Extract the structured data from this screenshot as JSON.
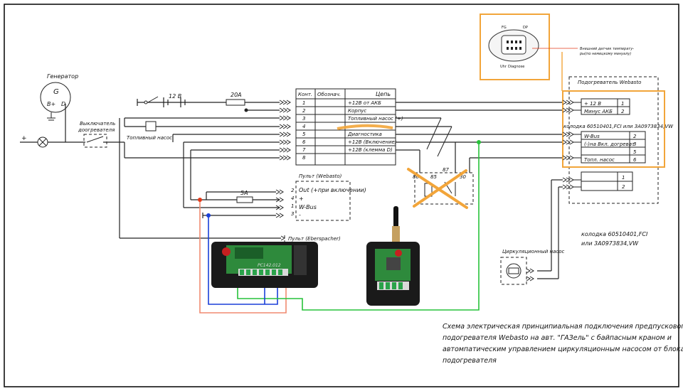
{
  "generator": {
    "title": "Генератор",
    "g": "G",
    "bplus": "B+",
    "d": "D"
  },
  "switch": {
    "title_line1": "Выключатель",
    "title_line2": "доогревателя"
  },
  "battery": {
    "label": "12 В"
  },
  "fuse1": {
    "label": "20A"
  },
  "fuse2": {
    "label": "5A"
  },
  "fuel_pump": {
    "label": "Топливный насос"
  },
  "plus_sign": "+",
  "connector_table": {
    "headers": {
      "num": "Конт.",
      "desig": "Обознач.",
      "circuit": "Цепь"
    },
    "rows": [
      {
        "num": "1",
        "circuit": "+12В от АКБ"
      },
      {
        "num": "2",
        "circuit": "Корпус"
      },
      {
        "num": "3",
        "circuit": "Топливный насос (+)"
      },
      {
        "num": "4",
        "circuit": ""
      },
      {
        "num": "5",
        "circuit": "Диагностика"
      },
      {
        "num": "6",
        "circuit": "+12В (Включение)"
      },
      {
        "num": "7",
        "circuit": "+12В (клемма D)"
      },
      {
        "num": "8",
        "circuit": ""
      }
    ]
  },
  "remote_webasto": {
    "title": "Пульт (Webasto)",
    "out": "Out (+при включении)",
    "plus": "+",
    "wbus": "W-Bus",
    "minus": "-",
    "pins": [
      "2",
      "4",
      "1",
      "3"
    ]
  },
  "remote_eberspacher": {
    "title": "Пульт (Eberspacher)"
  },
  "relay": {
    "pins": [
      "86",
      "85",
      "87",
      "30"
    ]
  },
  "inset": {
    "fg": "FG",
    "dp": "DP",
    "uhr": "Uhr",
    "diagnose": "Diagnose",
    "note_line1": "Внешний датчик температу-",
    "note_line2": "ры(по немецкому мануалу)"
  },
  "heater": {
    "title": "Подогреватель Webasto",
    "rows_a": [
      {
        "label": "+ 12 В",
        "num": "1"
      },
      {
        "label": "Минус АКБ",
        "num": "2"
      }
    ],
    "block_label": "колодка 60510401,FCI или 3A0973834,VW",
    "rows_b": [
      {
        "label": "W-Bus",
        "num": "2"
      },
      {
        "label": "(-)на Вкл. догреват",
        "num": "3"
      },
      {
        "label": "",
        "num": "5"
      },
      {
        "label": "Топл. насос",
        "num": "6"
      }
    ],
    "rows_c": [
      {
        "num": "1"
      },
      {
        "num": "2"
      }
    ]
  },
  "block2_label_line1": "колодка 60510401,FCI",
  "block2_label_line2": "или 3A0973834,VW",
  "circ_pump": {
    "label": "Циркуляционный насос"
  },
  "caption": {
    "line1": "Схема электрическая принципиальная подключения предпускового",
    "line2": "подогревателя Webasto на авт. \"ГАЗель\" с байпасным краном и",
    "line3": "автомпатическим управлением циркуляционным насосом от блока",
    "line4": "подогревателя"
  },
  "module_left": {
    "print": "PC142.012"
  },
  "colors": {
    "orange": "#f2a53a",
    "green": "#27c23a",
    "blue": "#1a3fd8",
    "red": "#e23a1a",
    "salmon": "#f08a70"
  }
}
